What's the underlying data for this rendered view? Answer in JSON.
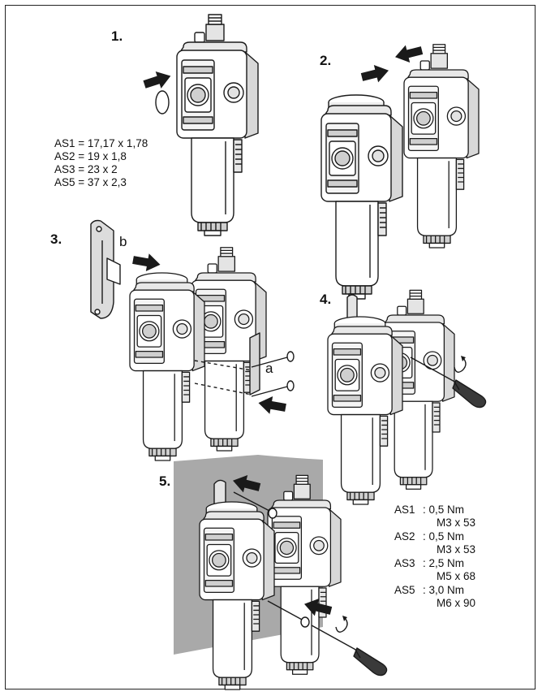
{
  "steps": {
    "s1": "1.",
    "s2": "2.",
    "s3": "3.",
    "s4": "4.",
    "s5": "5."
  },
  "oring_sizes": [
    "AS1 = 17,17 x 1,78",
    "AS2 = 19 x 1,8",
    "AS3 = 23 x 2",
    "AS5 = 37 x 2,3"
  ],
  "labels": {
    "a": "a",
    "b": "b"
  },
  "torque": [
    {
      "size": "AS1",
      "torque": ": 0,5 Nm",
      "screw": "M3 x 53"
    },
    {
      "size": "AS2",
      "torque": ": 0,5 Nm",
      "screw": "M3 x 53"
    },
    {
      "size": "AS3",
      "torque": ": 2,5 Nm",
      "screw": "M5 x 68"
    },
    {
      "size": "AS5",
      "torque": ": 3,0 Nm",
      "screw": "M6 x 90"
    }
  ],
  "colors": {
    "outline": "#1a1a1a",
    "body": "#ffffff",
    "shade": "#d2d2d2",
    "arrow": "#1a1a1a"
  }
}
